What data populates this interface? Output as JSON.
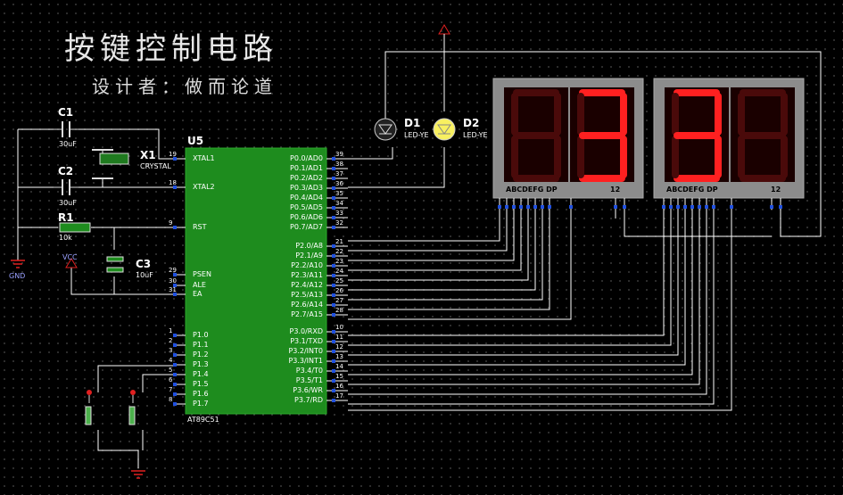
{
  "title": "按键控制电路",
  "designer": "设计者：做而论道",
  "mcu": {
    "ref": "U5",
    "part": "AT89C51",
    "left_pins": [
      {
        "num": "19",
        "name": "XTAL1"
      },
      {
        "num": "18",
        "name": "XTAL2"
      },
      {
        "num": "9",
        "name": "RST"
      },
      {
        "num": "29",
        "name": "PSEN"
      },
      {
        "num": "30",
        "name": "ALE"
      },
      {
        "num": "31",
        "name": "EA"
      },
      {
        "num": "1",
        "name": "P1.0"
      },
      {
        "num": "2",
        "name": "P1.1"
      },
      {
        "num": "3",
        "name": "P1.2"
      },
      {
        "num": "4",
        "name": "P1.3"
      },
      {
        "num": "5",
        "name": "P1.4"
      },
      {
        "num": "6",
        "name": "P1.5"
      },
      {
        "num": "7",
        "name": "P1.6"
      },
      {
        "num": "8",
        "name": "P1.7"
      }
    ],
    "right_pins": [
      {
        "num": "39",
        "name": "P0.0/AD0"
      },
      {
        "num": "38",
        "name": "P0.1/AD1"
      },
      {
        "num": "37",
        "name": "P0.2/AD2"
      },
      {
        "num": "36",
        "name": "P0.3/AD3"
      },
      {
        "num": "35",
        "name": "P0.4/AD4"
      },
      {
        "num": "34",
        "name": "P0.5/AD5"
      },
      {
        "num": "33",
        "name": "P0.6/AD6"
      },
      {
        "num": "32",
        "name": "P0.7/AD7"
      },
      {
        "num": "21",
        "name": "P2.0/A8"
      },
      {
        "num": "22",
        "name": "P2.1/A9"
      },
      {
        "num": "23",
        "name": "P2.2/A10"
      },
      {
        "num": "24",
        "name": "P2.3/A11"
      },
      {
        "num": "25",
        "name": "P2.4/A12"
      },
      {
        "num": "26",
        "name": "P2.5/A13"
      },
      {
        "num": "27",
        "name": "P2.6/A14"
      },
      {
        "num": "28",
        "name": "P2.7/A15"
      },
      {
        "num": "10",
        "name": "P3.0/RXD"
      },
      {
        "num": "11",
        "name": "P3.1/TXD"
      },
      {
        "num": "12",
        "name": "P3.2/INT0"
      },
      {
        "num": "13",
        "name": "P3.3/INT1"
      },
      {
        "num": "14",
        "name": "P3.4/T0"
      },
      {
        "num": "15",
        "name": "P3.5/T1"
      },
      {
        "num": "16",
        "name": "P3.6/WR"
      },
      {
        "num": "17",
        "name": "P3.7/RD"
      }
    ]
  },
  "components": {
    "c1": {
      "ref": "C1",
      "value": "30uF"
    },
    "c2": {
      "ref": "C2",
      "value": "30uF"
    },
    "c3": {
      "ref": "C3",
      "value": "10uF"
    },
    "r1": {
      "ref": "R1",
      "value": "10k"
    },
    "x1": {
      "ref": "X1",
      "value": "CRYSTAL"
    },
    "d1": {
      "ref": "D1",
      "value": "LED-YE"
    },
    "d2": {
      "ref": "D2",
      "value": "LED-YE"
    },
    "gnd": "GND",
    "vcc": "VCC"
  },
  "displays": [
    {
      "digits": [
        "",
        "3"
      ],
      "pin_labels": "ABCDEFG DP",
      "pin_nums": "12"
    },
    {
      "digits": [
        "3",
        ""
      ],
      "pin_labels": "ABCDEFG DP",
      "pin_nums": "12"
    }
  ],
  "colors": {
    "wire": "#ffffff",
    "chip_fill": "#1e8c1e",
    "pin_red": "#e02020",
    "pin_blue": "#2050e0",
    "segment_on": "#ff2020",
    "segment_off": "#4a0a0a",
    "display_body": "#8c8c8c",
    "led_on": "#f8f060"
  }
}
